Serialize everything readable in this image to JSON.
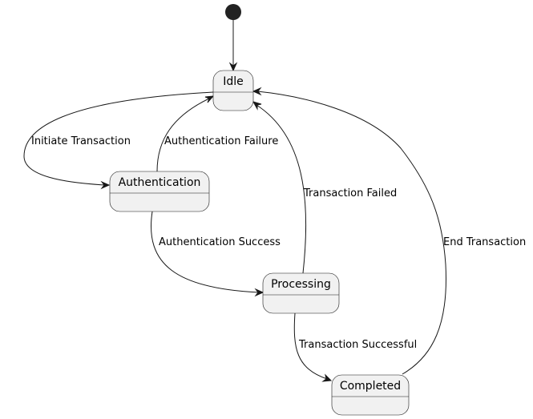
{
  "diagram": {
    "type": "state-diagram",
    "states": [
      {
        "id": "idle",
        "name": "Idle"
      },
      {
        "id": "authentication",
        "name": "Authentication"
      },
      {
        "id": "processing",
        "name": "Processing"
      },
      {
        "id": "completed",
        "name": "Completed"
      }
    ],
    "transitions": [
      {
        "id": "start",
        "from": "initial",
        "to": "idle",
        "label": ""
      },
      {
        "id": "initiate",
        "from": "idle",
        "to": "authentication",
        "label": "Initiate Transaction"
      },
      {
        "id": "auth-failure",
        "from": "authentication",
        "to": "idle",
        "label": "Authentication Failure"
      },
      {
        "id": "auth-success",
        "from": "authentication",
        "to": "processing",
        "label": "Authentication Success"
      },
      {
        "id": "failed",
        "from": "processing",
        "to": "idle",
        "label": "Transaction Failed"
      },
      {
        "id": "successful",
        "from": "processing",
        "to": "completed",
        "label": "Transaction Successful"
      },
      {
        "id": "end",
        "from": "completed",
        "to": "idle",
        "label": "End Transaction"
      }
    ],
    "colors": {
      "state_fill": "#f1f1f1",
      "line": "#181818",
      "initial_dot": "#222222",
      "background": "#ffffff"
    }
  }
}
